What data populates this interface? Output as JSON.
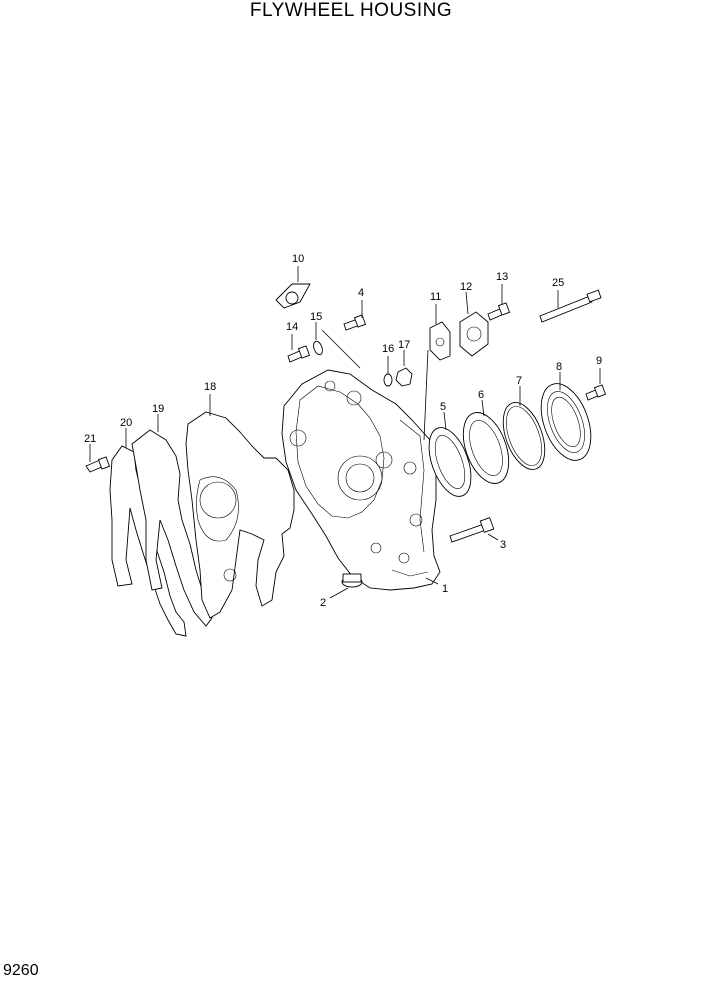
{
  "title": "FLYWHEEL HOUSING",
  "page_number": "9260",
  "callouts": [
    {
      "id": "c1",
      "label": "1"
    },
    {
      "id": "c2",
      "label": "2"
    },
    {
      "id": "c3",
      "label": "3"
    },
    {
      "id": "c4",
      "label": "4"
    },
    {
      "id": "c5",
      "label": "5"
    },
    {
      "id": "c6",
      "label": "6"
    },
    {
      "id": "c7",
      "label": "7"
    },
    {
      "id": "c8",
      "label": "8"
    },
    {
      "id": "c9",
      "label": "9"
    },
    {
      "id": "c10",
      "label": "10"
    },
    {
      "id": "c11",
      "label": "11"
    },
    {
      "id": "c12",
      "label": "12"
    },
    {
      "id": "c13",
      "label": "13"
    },
    {
      "id": "c14",
      "label": "14"
    },
    {
      "id": "c15",
      "label": "15"
    },
    {
      "id": "c16",
      "label": "16"
    },
    {
      "id": "c17",
      "label": "17"
    },
    {
      "id": "c18",
      "label": "18"
    },
    {
      "id": "c19",
      "label": "19"
    },
    {
      "id": "c20",
      "label": "20"
    },
    {
      "id": "c21",
      "label": "21"
    },
    {
      "id": "c25",
      "label": "25"
    }
  ]
}
